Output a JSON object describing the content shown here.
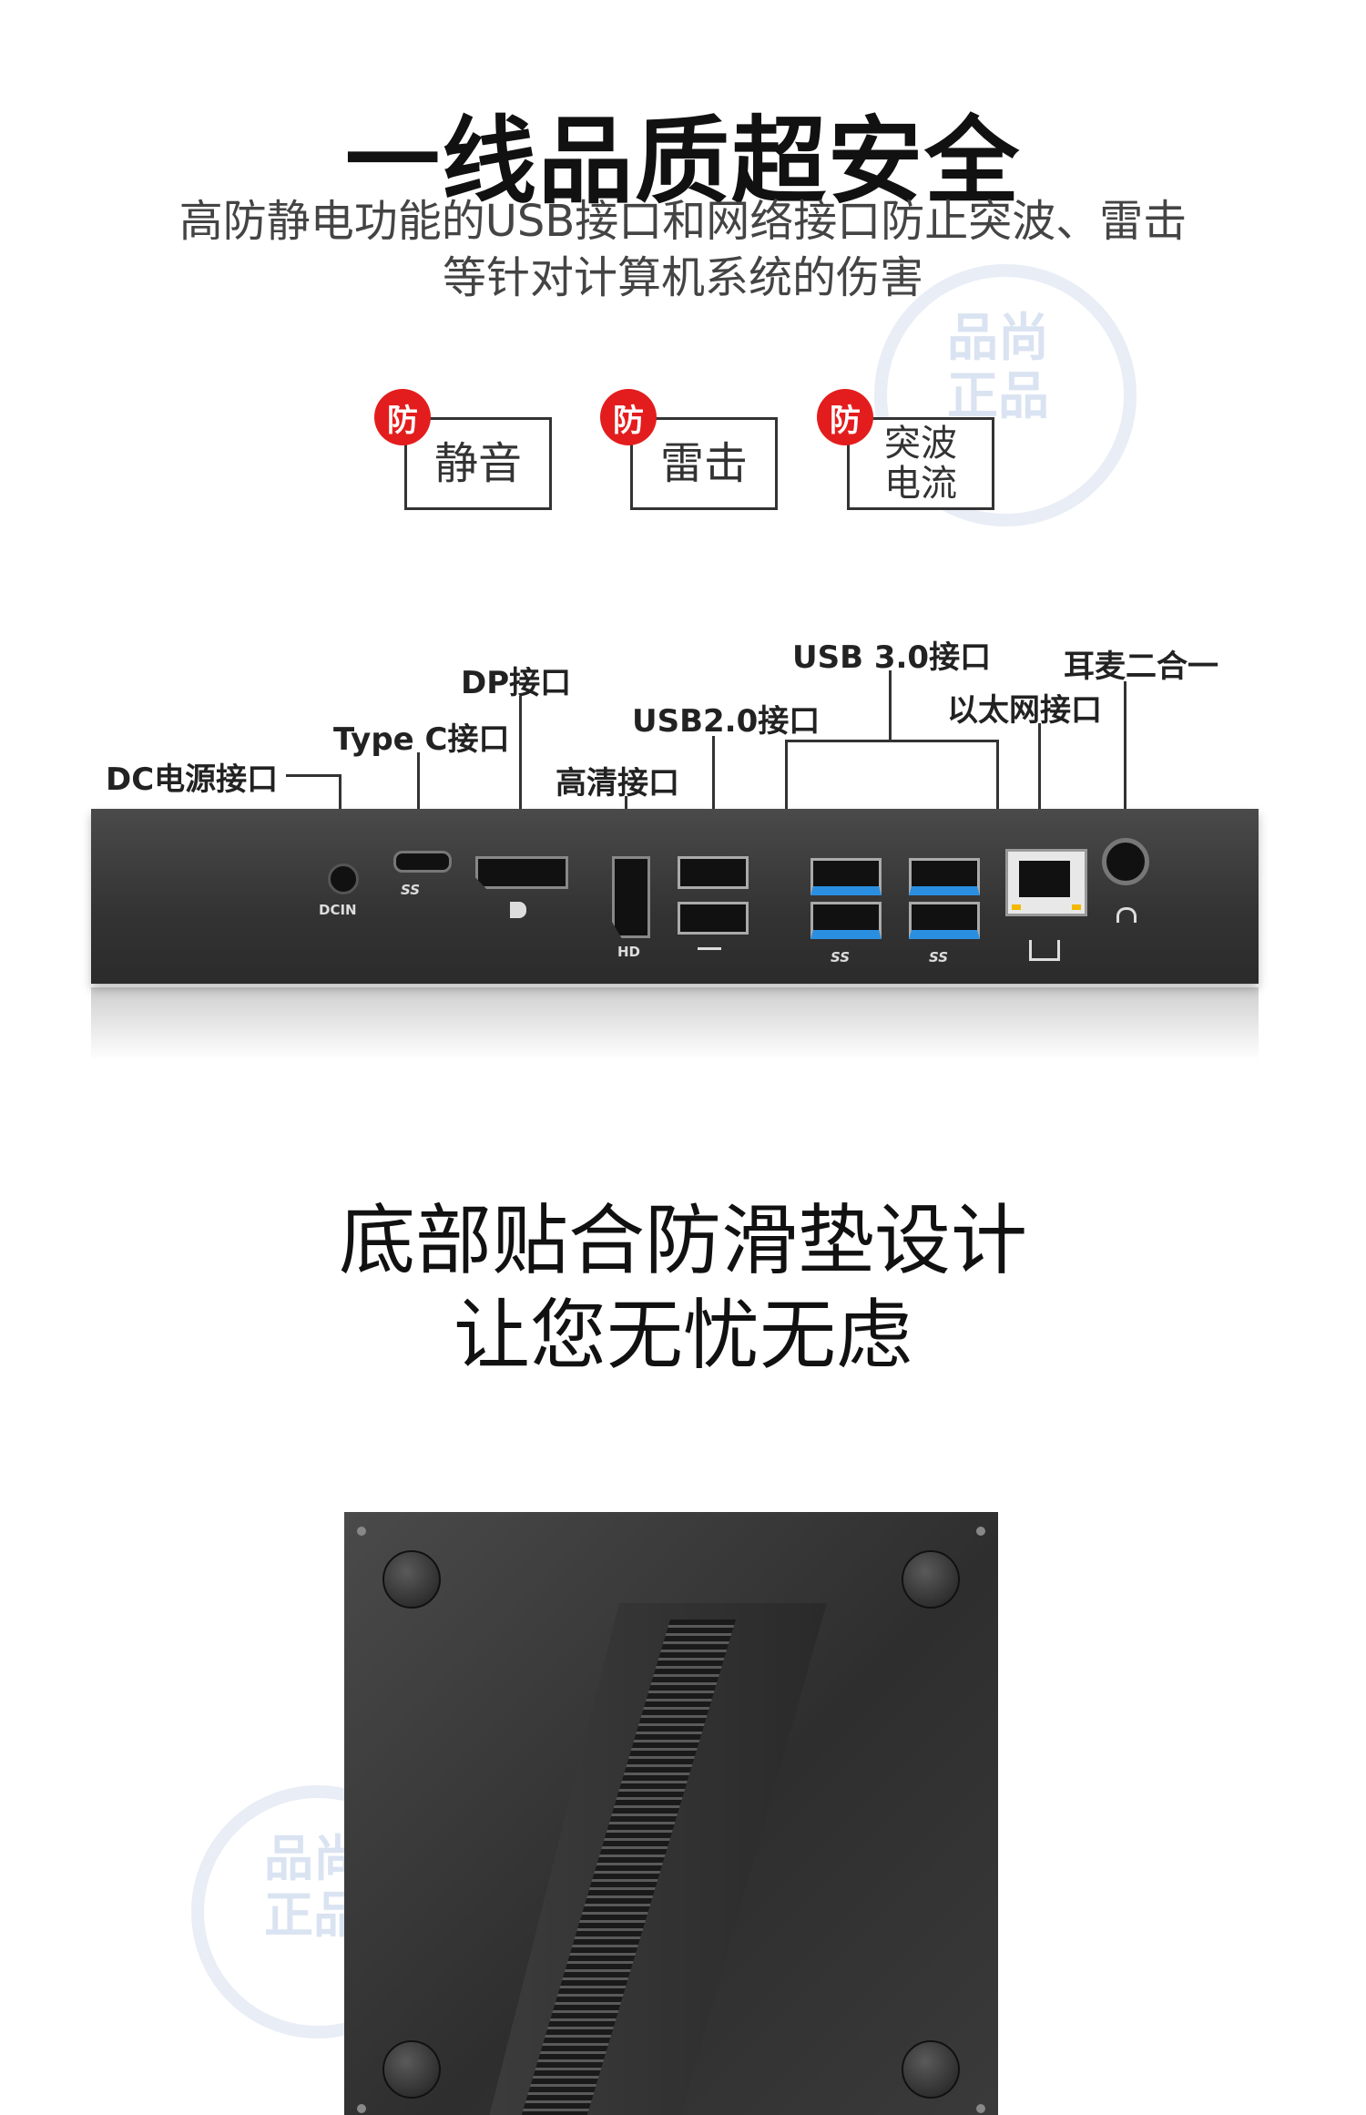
{
  "section_safety": {
    "title": "一线品质超安全",
    "subtitle_line1": "高防静电功能的USB接口和网络接口防止突波、雷击",
    "subtitle_line2": "等针对计算机系统的伤害"
  },
  "badges": [
    {
      "mark": "防",
      "label": "静音"
    },
    {
      "mark": "防",
      "label": "雷击"
    },
    {
      "mark": "防",
      "label_line1": "突波",
      "label_line2": "电流"
    }
  ],
  "ports": {
    "dc": "DC电源接口",
    "typec": "Type C接口",
    "dp": "DP接口",
    "hdmi": "高清接口",
    "usb2": "USB2.0接口",
    "usb3": "USB 3.0接口",
    "ethernet": "以太网接口",
    "audio": "耳麦二合一",
    "dcin_mark": "DCIN",
    "hd_mark": "HD",
    "ss_mark": "SS"
  },
  "section_bottom": {
    "title_line1": "底部贴合防滑垫设计",
    "title_line2": "让您无忧无虑"
  },
  "watermark": {
    "text1": "品尚",
    "text2": "正品",
    "colors": {
      "ring": "#b9c9e4"
    }
  },
  "colors": {
    "accent_red": "#e31d1d",
    "device_body": "#3b3b3b",
    "usb3_blue": "#2a8fe0"
  }
}
